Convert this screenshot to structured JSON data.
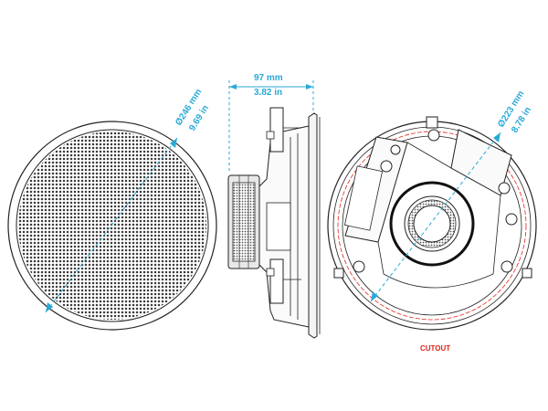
{
  "colors": {
    "dimension": "#29a9d6",
    "outline": "#222222",
    "cutout": "#e2231a",
    "grille": "#3a3a3a"
  },
  "front_view": {
    "diameter_mm": "Ø246 mm",
    "diameter_in": "9.69 in"
  },
  "side_view": {
    "depth_mm": "97 mm",
    "depth_in": "3.82 in"
  },
  "back_view": {
    "cutout_mm": "Ø223 mm",
    "cutout_in": "8.78 in",
    "cutout_label": "CUTOUT"
  }
}
